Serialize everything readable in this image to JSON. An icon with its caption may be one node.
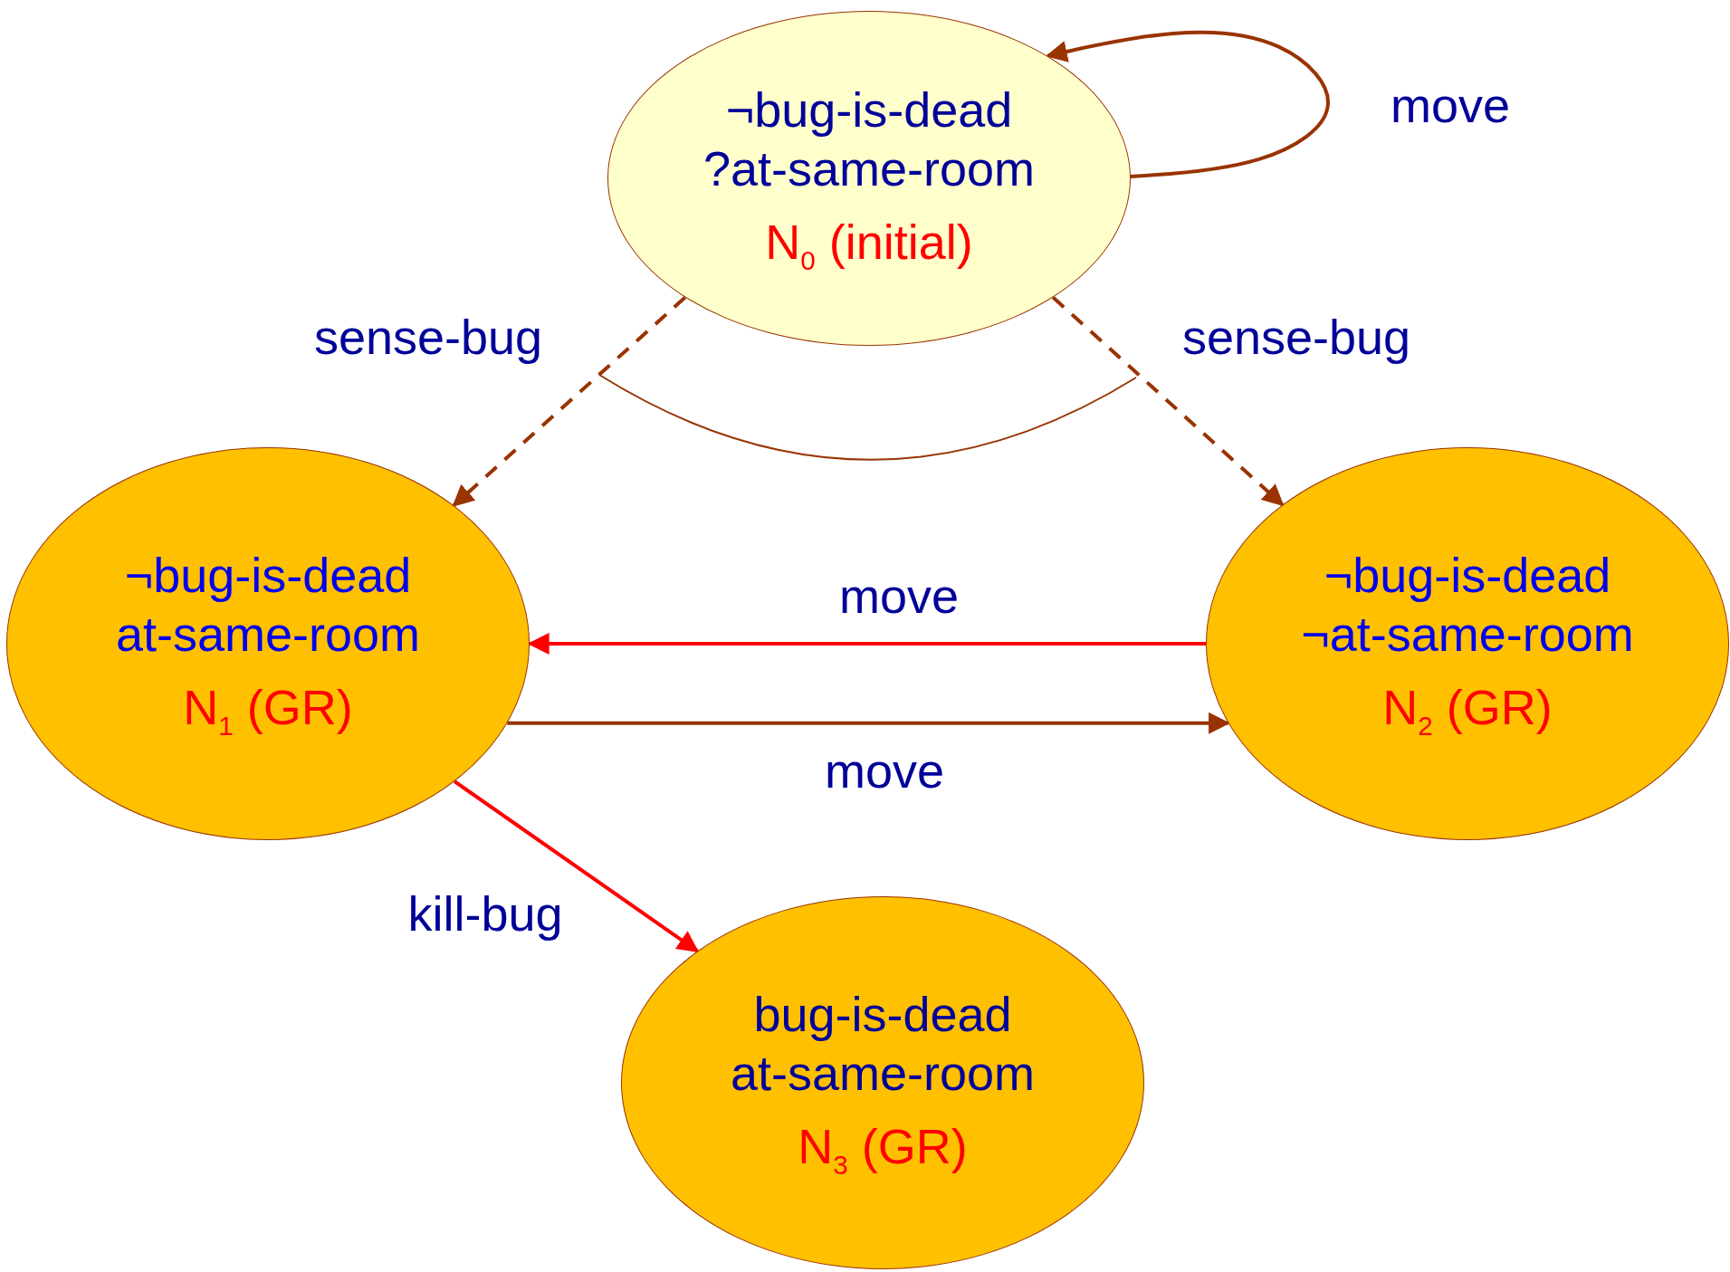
{
  "diagram": {
    "nodes": [
      {
        "text": [
          "¬bug-is-dead ?at-same-room",
          "N$_{0}$ (initial)"
        ]
      },
      {
        "text": [
          "¬bug-is-dead at-same-room",
          "N$_{1}$ (GR)"
        ]
      },
      {
        "text": [
          "¬bug-is-dead ¬at-same-room",
          "N$_{2}$ (GR)"
        ]
      },
      {
        "text": [
          "bug-is-dead at-same-room",
          "N$_{3}$ (GR)"
        ]
      }
    ],
    "edges": [
      {
        "from": 0,
        "to": 0,
        "arrow": "to",
        "label": "move"
      },
      {
        "from": 0,
        "to": 1,
        "arrow": "to",
        "label": "sense-bug",
        "style": "dashed"
      },
      {
        "from": 0,
        "to": 2,
        "arrow": "to",
        "label": "sense-bug",
        "style": "dashed"
      },
      {
        "from": 2,
        "to": 1,
        "arrow": "to",
        "label": "move",
        "color": "#ff0000"
      },
      {
        "from": 1,
        "to": 2,
        "arrow": "to",
        "label": "move"
      },
      {
        "from": 1,
        "to": 3,
        "arrow": "to",
        "label": "kill-bug",
        "color": "#ff0000"
      }
    ]
  }
}
